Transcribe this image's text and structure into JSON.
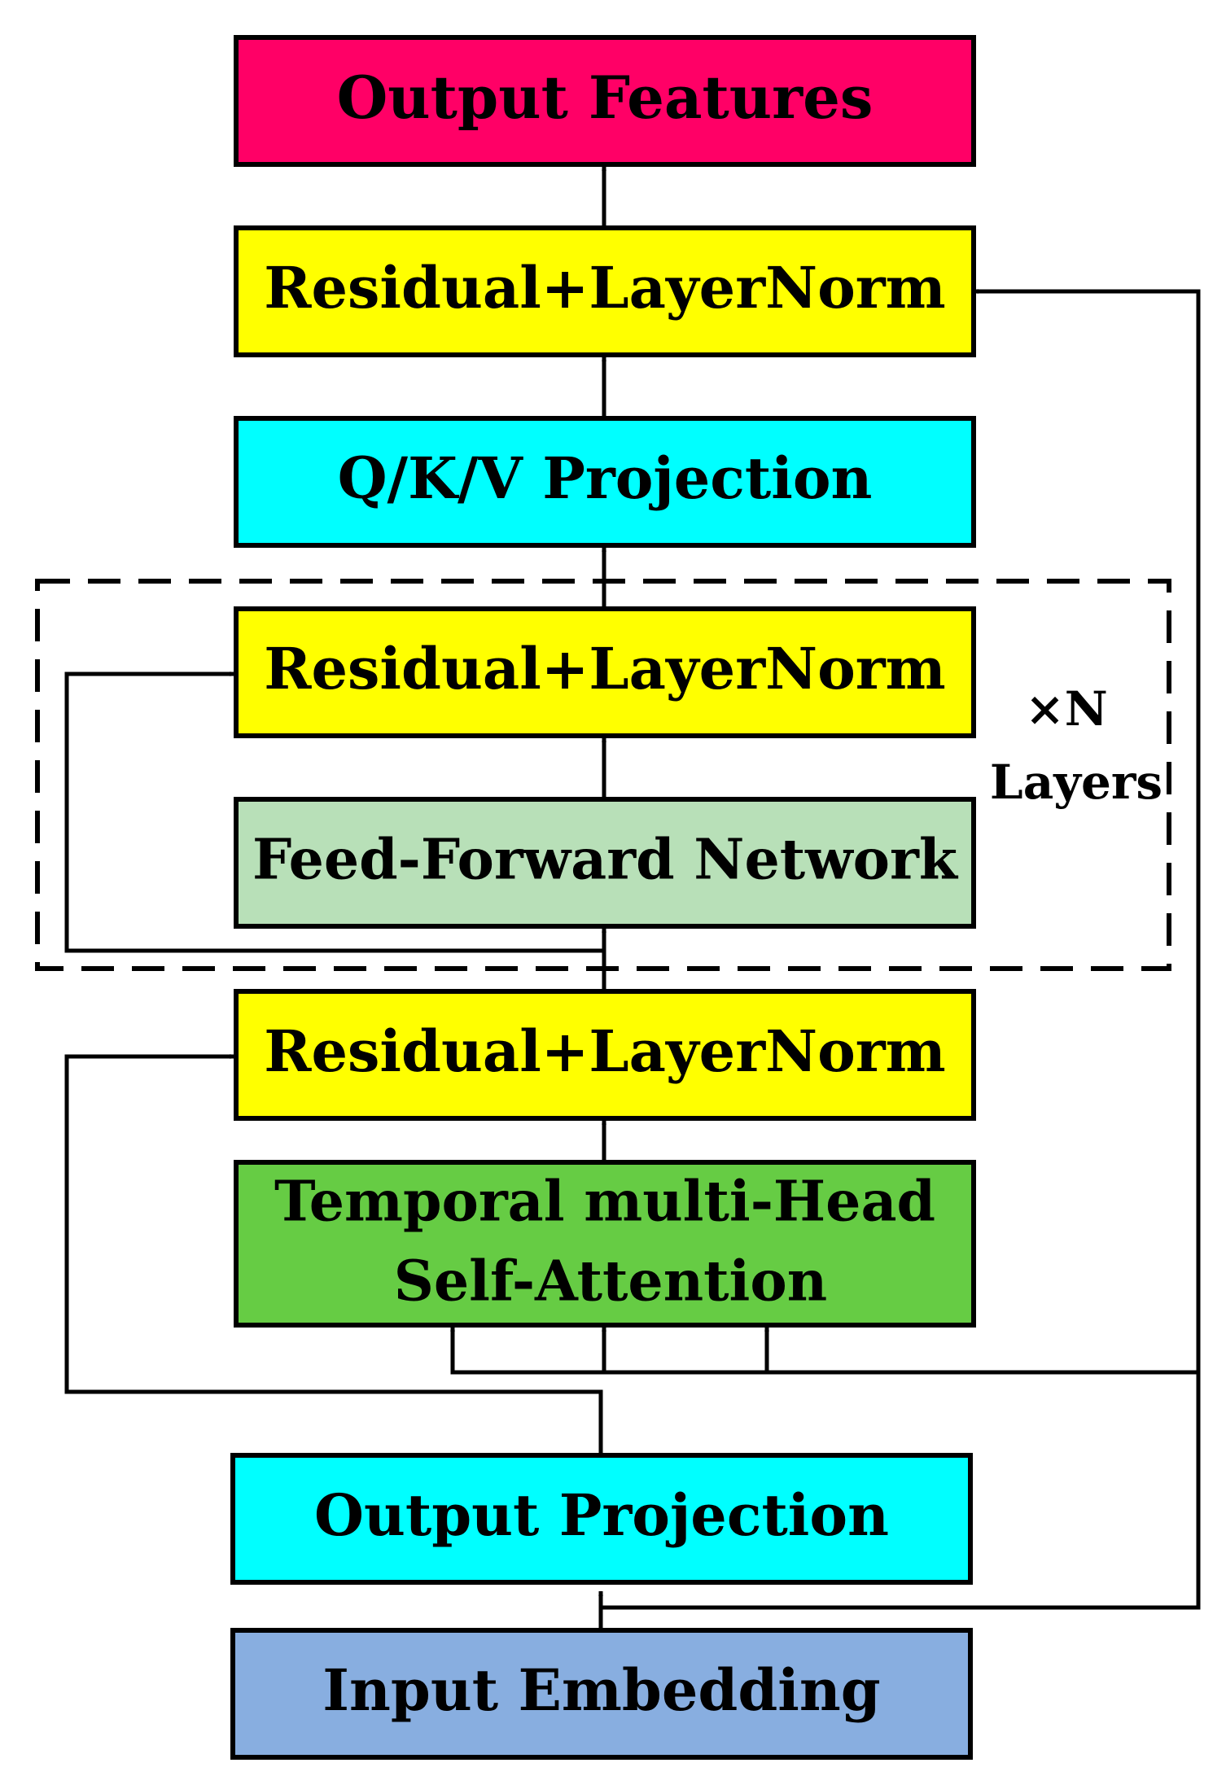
{
  "blocks": {
    "output_features": {
      "label": "Output Features",
      "color": "#FF0066"
    },
    "residual_top": {
      "label": "Residual+LayerNorm",
      "color": "#FFFF00"
    },
    "qkv_projection": {
      "label": "Q/K/V Projection",
      "color": "#00FFFF"
    },
    "residual_layer": {
      "label": "Residual+LayerNorm",
      "color": "#FFFF00"
    },
    "feed_forward": {
      "label": "Feed-Forward Network",
      "color": "#B8E0B8"
    },
    "residual_attention": {
      "label": "Residual+LayerNorm",
      "color": "#FFFF00"
    },
    "attention": {
      "label_line1": "Temporal multi-Head",
      "label_line2": "Self-Attention",
      "color": "#66CC44"
    },
    "output_projection": {
      "label": "Output Projection",
      "color": "#00FFFF"
    },
    "input_embedding": {
      "label": "Input Embedding",
      "color": "#88AEE0"
    }
  },
  "repeat_group": {
    "count_label": "×N",
    "unit_label": "Layers"
  }
}
